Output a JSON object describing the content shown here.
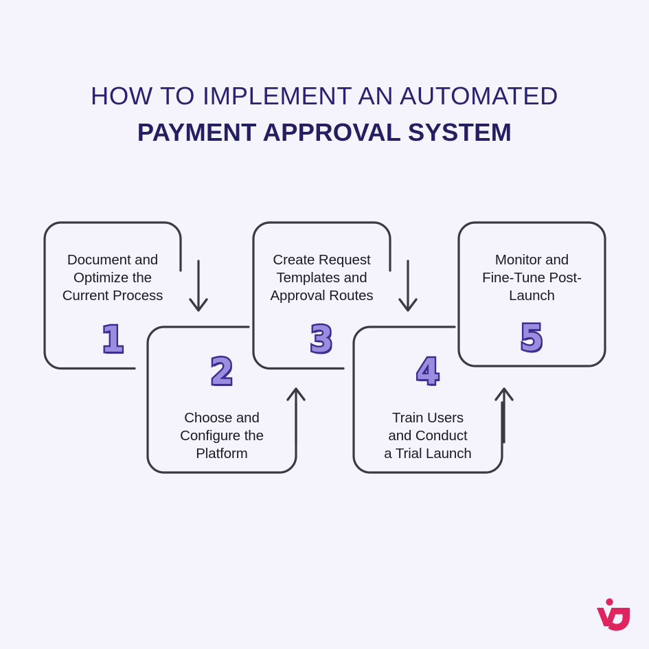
{
  "page": {
    "background_color": "#f5f3fc"
  },
  "header": {
    "title_line1": "HOW TO IMPLEMENT AN AUTOMATED",
    "title_line2": "PAYMENT APPROVAL SYSTEM",
    "title_color_line1": "#2a2270",
    "title_color_line2": "#231f60"
  },
  "colors": {
    "background": "#f5f3fc",
    "box_stroke": "#3a3a44",
    "body_text": "#1a1a20",
    "number_fill": "#9b8ce0",
    "number_outline": "#3a2f8f",
    "logo": "#e0245e"
  },
  "steps": [
    {
      "number": "1",
      "text_line1": "Document and",
      "text_line2": "Optimize the",
      "text_line3": "Current Process",
      "layout": "text-first"
    },
    {
      "number": "2",
      "text_line1": "Choose and",
      "text_line2": "Configure the",
      "text_line3": "Platform",
      "layout": "number-first"
    },
    {
      "number": "3",
      "text_line1": "Create Request",
      "text_line2": "Templates and",
      "text_line3": "Approval Routes",
      "layout": "text-first"
    },
    {
      "number": "4",
      "text_line1": "Train Users",
      "text_line2": "and Conduct",
      "text_line3": "a Trial Launch",
      "layout": "number-first"
    },
    {
      "number": "5",
      "text_line1": "Monitor and",
      "text_line2": "Fine-Tune Post-",
      "text_line3": "Launch",
      "layout": "text-first"
    }
  ],
  "connectors": [
    {
      "from": "1",
      "to": "2",
      "direction": "down"
    },
    {
      "from": "2",
      "to": "3",
      "direction": "up"
    },
    {
      "from": "3",
      "to": "4",
      "direction": "down"
    },
    {
      "from": "4",
      "to": "5",
      "direction": "up"
    }
  ],
  "logo": {
    "name": "vj-brand-logo",
    "color": "#e0245e"
  }
}
